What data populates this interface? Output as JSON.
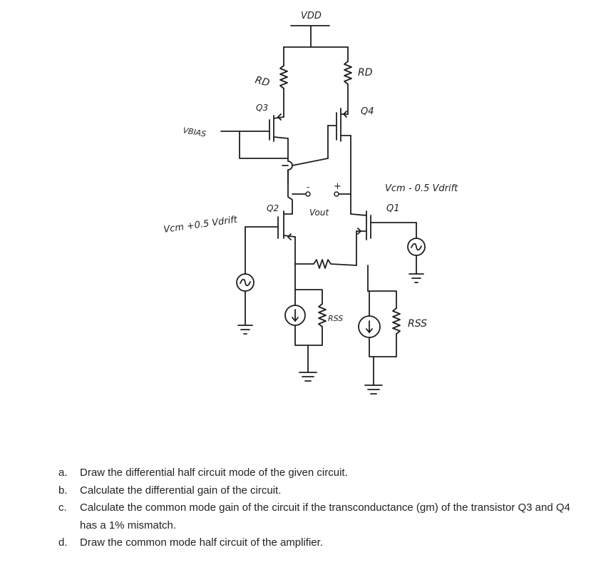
{
  "circuit": {
    "supply_label": "VDD",
    "rd_left_label": "RD",
    "rd_right_label": "RD",
    "q3_label": "Q3",
    "q4_label": "Q4",
    "vbias_label": "VBIAS",
    "q2_label": "Q2",
    "q1_label": "Q1",
    "vin_left_label": "Vcm +0.5 Vdrift",
    "vin_right_label": "Vcm - 0.5 Vdrift",
    "vout_label": "Vout",
    "vout_minus": "-",
    "vout_plus": "+",
    "rss_left_label": "RSS",
    "rss_right_label": "RSS"
  },
  "questions": [
    {
      "letter": "a.",
      "text": "Draw the differential half circuit mode of the given circuit."
    },
    {
      "letter": "b.",
      "text": "Calculate the differential gain of the circuit."
    },
    {
      "letter": "c.",
      "text": "Calculate the common mode gain of the circuit if the transconductance (gm) of the transistor Q3 and Q4 has a 1% mismatch."
    },
    {
      "letter": "d.",
      "text": "Draw the common mode half circuit of the amplifier."
    }
  ]
}
